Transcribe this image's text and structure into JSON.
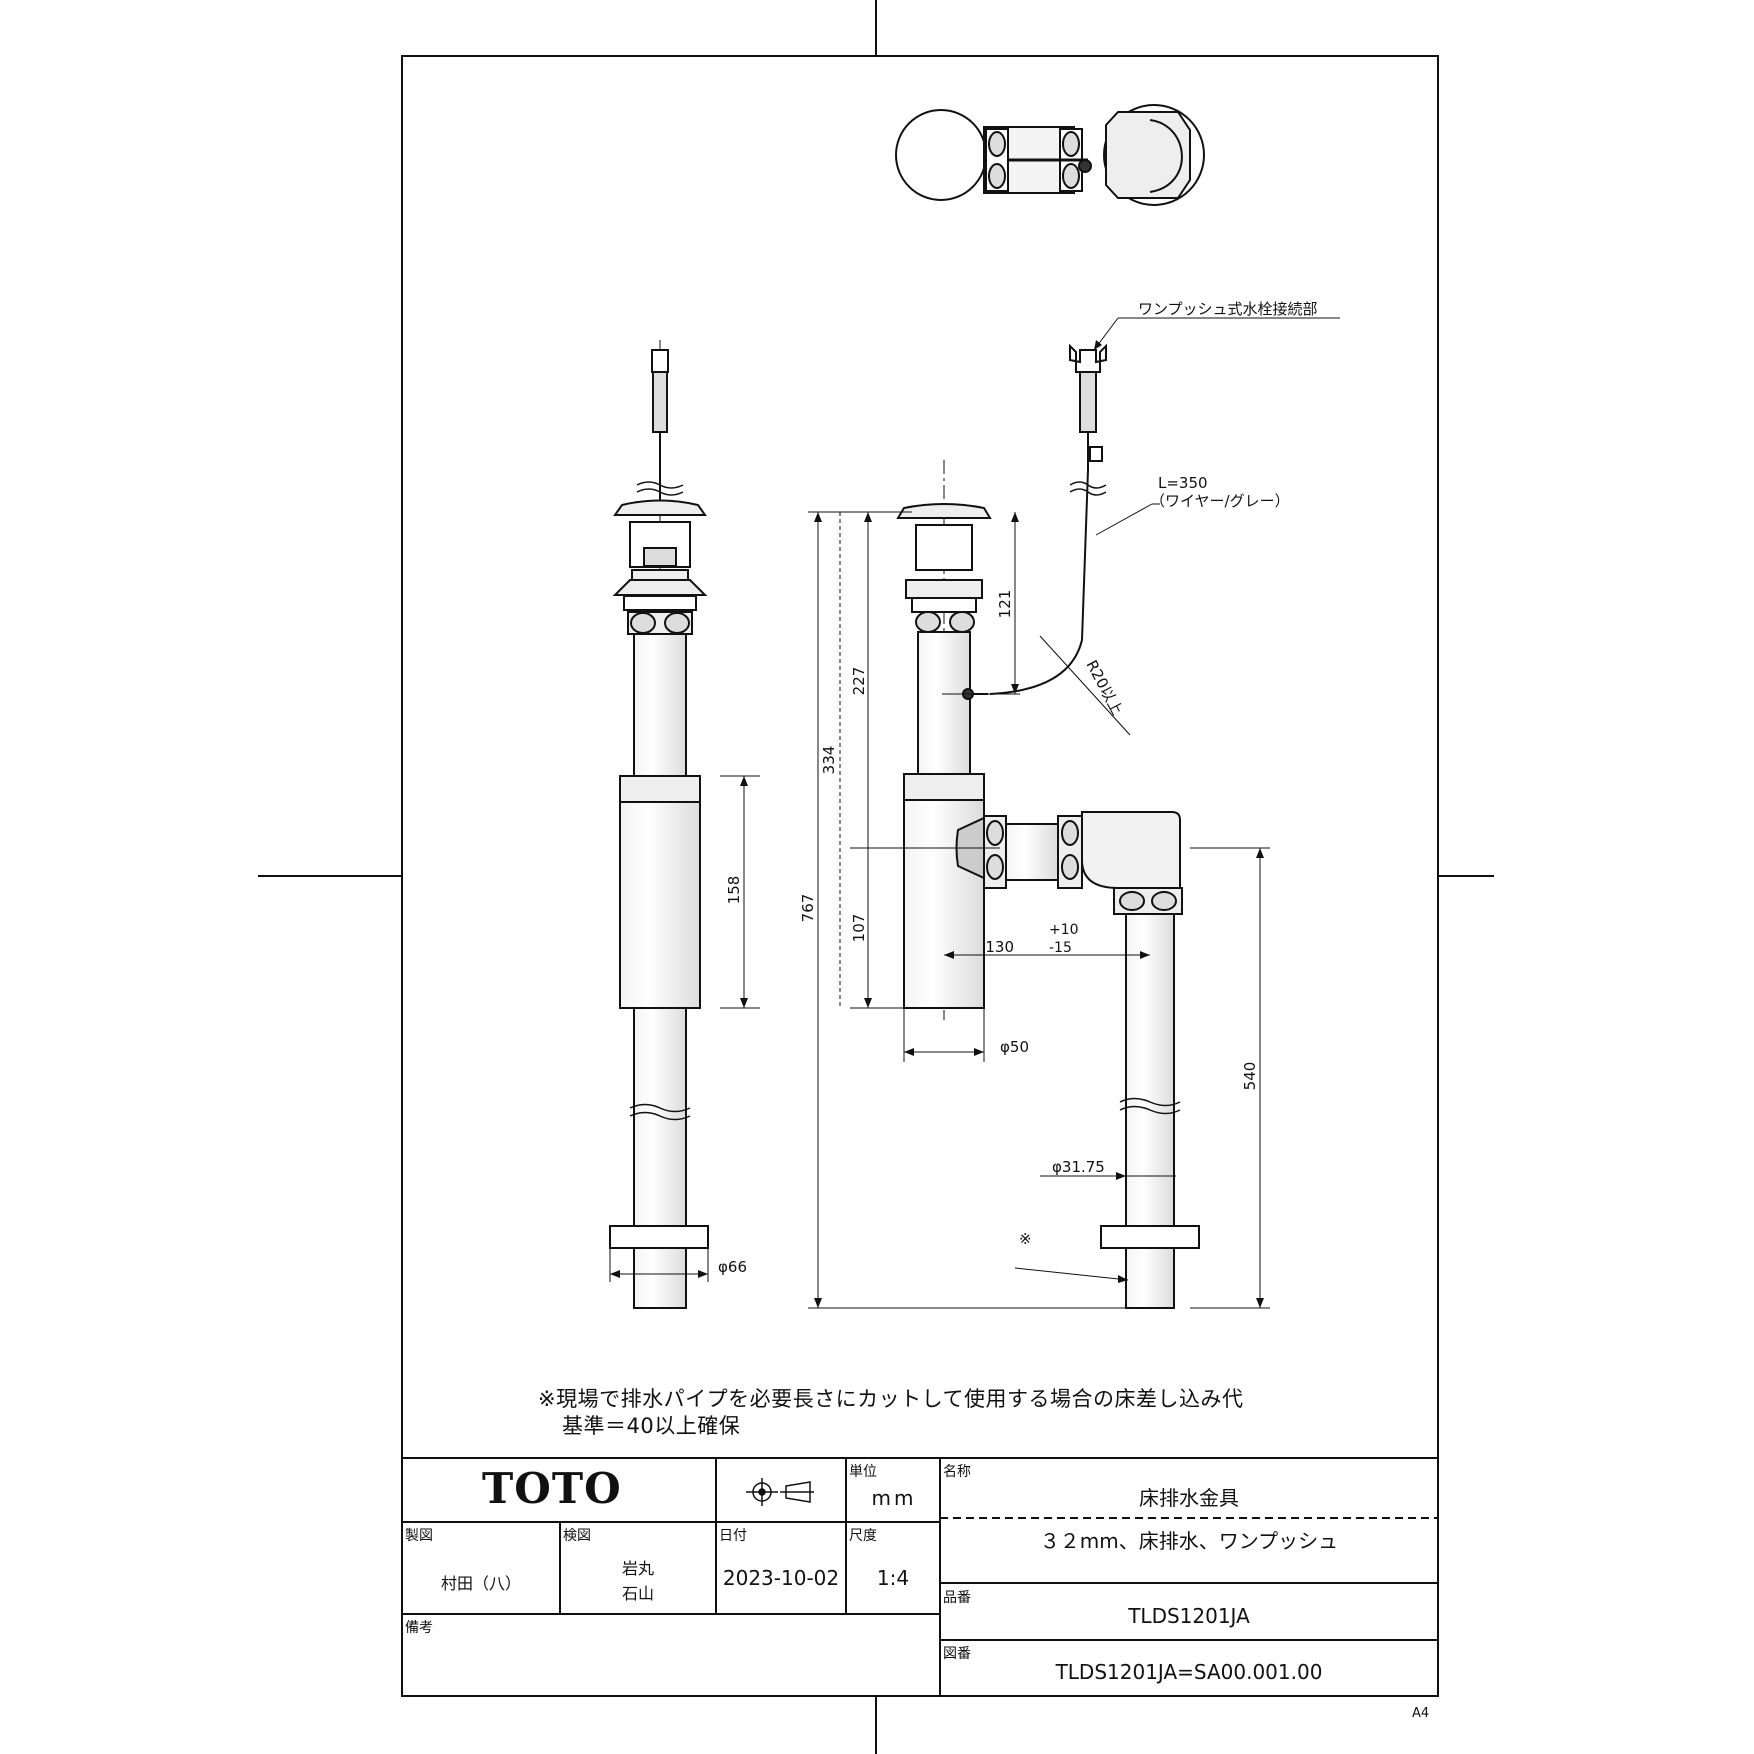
{
  "drawing": {
    "callouts": {
      "connector": "ワンプッシュ式水栓接続部",
      "wire_length": "L=350",
      "wire_desc": "（ワイヤー/グレー）",
      "bend_radius": "R20以上",
      "cut_mark": "※"
    },
    "dimensions": {
      "d121": "121",
      "d227": "227",
      "d334": "334",
      "d767": "767",
      "d107": "107",
      "d158": "158",
      "d540": "540",
      "d130": "130",
      "tol_plus": "+10",
      "tol_minus": "-15",
      "phi50": "φ50",
      "phi31": "φ31.75",
      "phi66": "φ66"
    },
    "note_line1": "※現場で排水パイプを必要長さにカットして使用する場合の床差し込み代",
    "note_line2": "基準＝40以上確保"
  },
  "title_block": {
    "logo": "TOTO",
    "unit_label": "単位",
    "unit_value": "mm",
    "name_label": "名称",
    "name_value": "床排水金具",
    "spec_value": "３２mm、床排水、ワンプッシュ",
    "drawn_label": "製図",
    "drawn_value": "村田（八）",
    "checked_label": "検図",
    "checked_value1": "岩丸",
    "checked_value2": "石山",
    "date_label": "日付",
    "date_value": "2023-10-02",
    "scale_label": "尺度",
    "scale_value": "1:4",
    "part_no_label": "品番",
    "part_no_value": "TLDS1201JA",
    "remarks_label": "備考",
    "drawing_no_label": "図番",
    "drawing_no_value": "TLDS1201JA=SA00.001.00"
  },
  "sheet_size": "A4"
}
